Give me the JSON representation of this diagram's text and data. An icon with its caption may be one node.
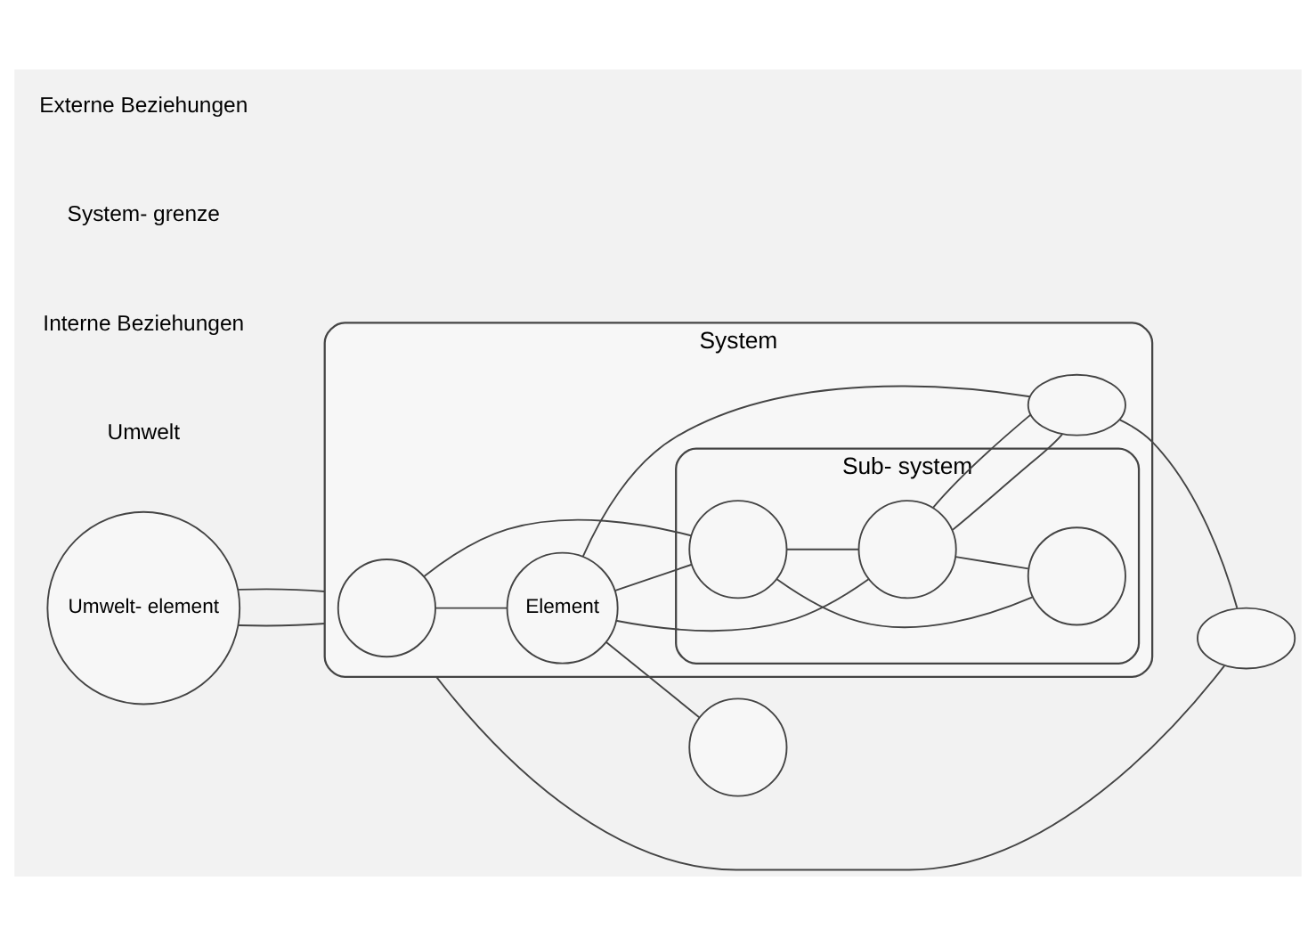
{
  "diagram": {
    "nodes": [
      {
        "text": [
          "System"
        ]
      },
      {
        "text": [],
        "shape": "circle",
        "in": 0
      },
      {
        "text": [
          "Element"
        ],
        "in": 0
      },
      {
        "text": [
          "Sub- system"
        ],
        "in": 0
      },
      {
        "text": [],
        "shape": "circle",
        "in": 3
      },
      {
        "text": [],
        "shape": "circle",
        "in": 3
      },
      {
        "text": [],
        "shape": "circle",
        "in": 3
      },
      {
        "text": [],
        "shape": "ellipse",
        "in": 0
      },
      {
        "text": [],
        "shape": "circle"
      },
      {
        "text": [
          "Umwelt- element"
        ]
      },
      {
        "text": [],
        "shape": "ellipse"
      }
    ],
    "edges": [
      {
        "from": 1,
        "to": 2,
        "arrow": "none"
      },
      {
        "from": 1,
        "to": 4,
        "arrow": "none"
      },
      {
        "from": 2,
        "to": 4,
        "arrow": "none"
      },
      {
        "from": 2,
        "to": 5,
        "arrow": "none"
      },
      {
        "from": 2,
        "to": 7,
        "arrow": "none"
      },
      {
        "from": 2,
        "to": 8,
        "arrow": "none"
      },
      {
        "from": 4,
        "to": 5,
        "arrow": "none"
      },
      {
        "from": 4,
        "to": 6,
        "arrow": "none"
      },
      {
        "from": 5,
        "to": 6,
        "arrow": "none"
      },
      {
        "from": 5,
        "to": 7,
        "arrow": "none"
      },
      {
        "from": 5,
        "to": 7,
        "arrow": "none"
      },
      {
        "from": 7,
        "to": 10,
        "arrow": "none"
      },
      {
        "from": 9,
        "to": 0,
        "arrow": "none"
      },
      {
        "from": 9,
        "to": 0,
        "arrow": "none"
      },
      {
        "from": 0,
        "to": 10,
        "arrow": "none"
      }
    ],
    "labels": [
      "Umwelt",
      "Interne Beziehungen",
      "System- grenze",
      "Externe Beziehungen"
    ]
  }
}
